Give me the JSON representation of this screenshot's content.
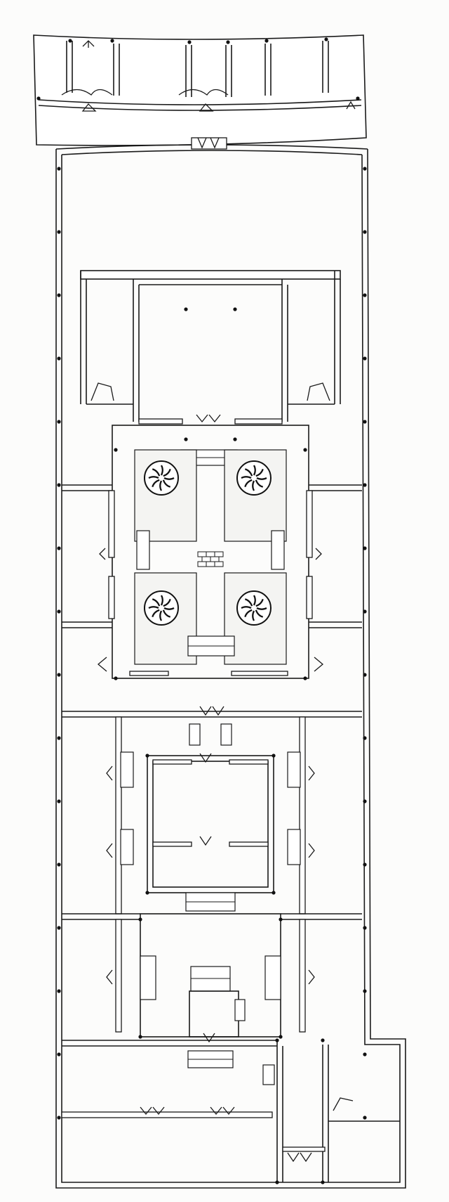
{
  "plan": {
    "page_background": "#fcfcfb",
    "ink_color": "#1a1a1a",
    "trees": [
      {
        "name": "tree-northwest"
      },
      {
        "name": "tree-northeast"
      },
      {
        "name": "tree-southwest"
      },
      {
        "name": "tree-southeast"
      }
    ]
  }
}
